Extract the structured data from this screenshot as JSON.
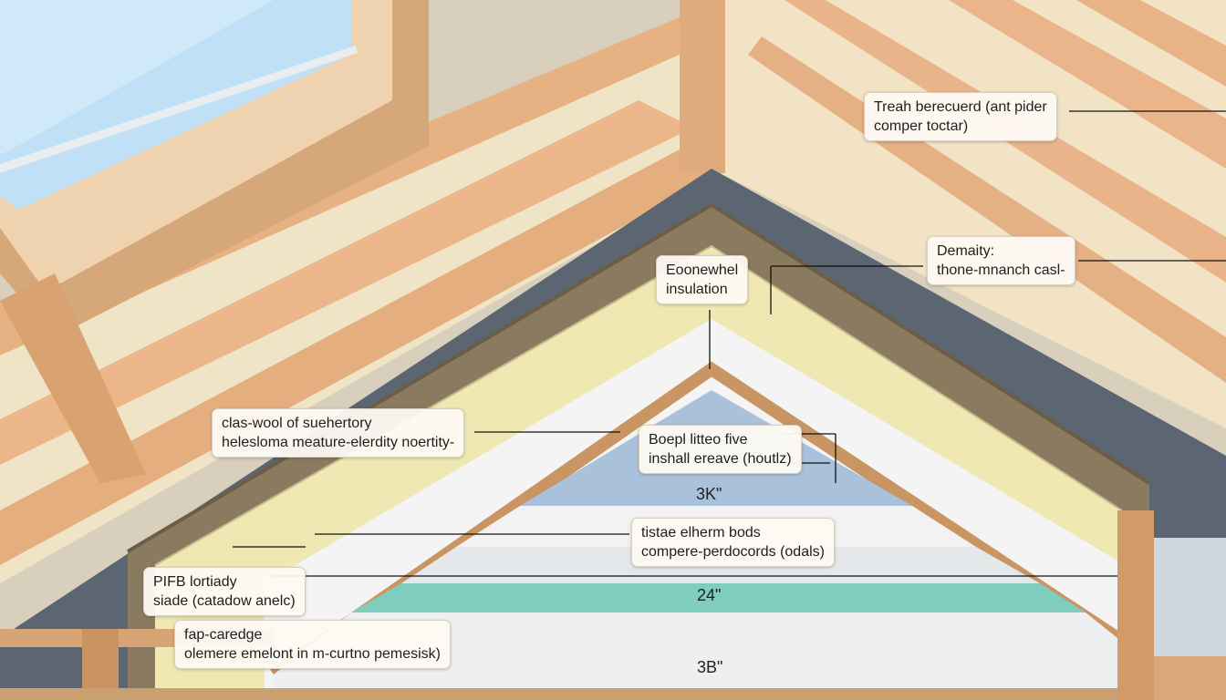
{
  "colors": {
    "sky": "#bfe0f6",
    "timber": "#e8b98a",
    "insulation_yellow": "#efe8b2",
    "felt": "#8a7a60",
    "board_white": "#f3f4f3",
    "board_blue": "#a9c1da",
    "board_teal": "#7fcdbf",
    "callout_bg": "#fdfaf3"
  },
  "callouts": [
    {
      "id": "top-right",
      "lines": [
        "Treah berecuerd (ant pider",
        "comper toctar)"
      ]
    },
    {
      "id": "density",
      "lines": [
        "Demaity:",
        "thone-mnanch casl-"
      ]
    },
    {
      "id": "insulation",
      "lines": [
        "Eoonewhel",
        "insulation"
      ]
    },
    {
      "id": "glass-wool",
      "lines": [
        "clas-wool of suehertory",
        "helesloma meature-elerdity noertity-"
      ]
    },
    {
      "id": "board-five",
      "lines": [
        "Boepl litteo five",
        "inshall ereave (houtlz)"
      ]
    },
    {
      "id": "thermal-boards",
      "lines": [
        "tistae elherm bods",
        "compere-perdocords (odals)"
      ]
    },
    {
      "id": "pif-board",
      "lines": [
        "PIFB lortiady",
        "siade (catadow anelc)"
      ]
    },
    {
      "id": "fap-caredge",
      "lines": [
        "fap-caredge",
        "olemere emelont in m-curtno pemesisk)"
      ]
    }
  ],
  "dimensions": {
    "blue": "3K\"",
    "teal": "24\"",
    "bottom": "3B\""
  }
}
